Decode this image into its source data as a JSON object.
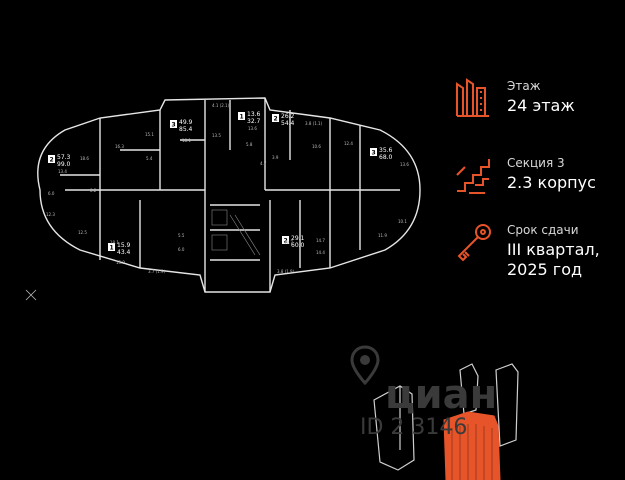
{
  "info": {
    "floor": {
      "label": "Этаж",
      "value": "24 этаж",
      "icon": "building-floors-icon"
    },
    "section": {
      "label": "Секция 3",
      "value": "2.3 корпус",
      "icon": "stairs-section-icon"
    },
    "deadline": {
      "label": "Срок сдачи",
      "value": "III квартал,\n2025 год",
      "icon": "key-icon"
    }
  },
  "accent_color": "#e8542a",
  "apartments": [
    {
      "rooms": "2",
      "total": "57.3",
      "area2": "99.0"
    },
    {
      "rooms": "3",
      "total": "49.9",
      "area2": "85.4"
    },
    {
      "rooms": "1",
      "total": "13.6",
      "area2": "32.7"
    },
    {
      "rooms": "2",
      "total": "26.2",
      "area2": "54.4"
    },
    {
      "rooms": "3",
      "total": "35.6",
      "area2": "68.0"
    },
    {
      "rooms": "1",
      "total": "15.9",
      "area2": "43.4"
    },
    {
      "rooms": "2",
      "total": "29.1",
      "area2": "60.0"
    }
  ],
  "room_areas": [
    "4.1 (2.1)",
    "3.8 (1.1)",
    "15.1",
    "18.1",
    "13.5",
    "13.6",
    "16.3",
    "18.6",
    "10.6",
    "12.4",
    "13.6",
    "13.4",
    "8.2",
    "5.8",
    "6.0",
    "12.3",
    "12.5",
    "18.1",
    "10.7",
    "14.7",
    "11.9",
    "10.1",
    "15.9",
    "6.0",
    "5.5",
    "3.7 (1.9)",
    "3.8 (1.9)",
    "14.4",
    "5.4",
    "4.7",
    "3.9"
  ],
  "watermark": {
    "brand": "циан",
    "id": "ID 2 3146"
  }
}
